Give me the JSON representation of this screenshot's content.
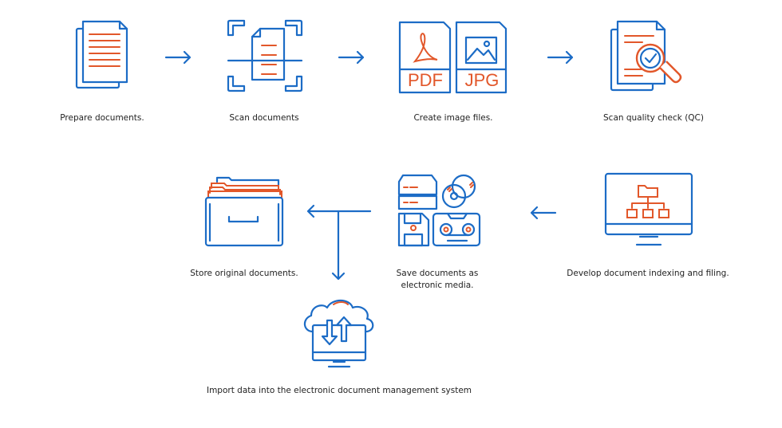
{
  "colors": {
    "primary": "#1c6cc6",
    "accent": "#e2572a"
  },
  "steps": [
    {
      "label": "Prepare documents.",
      "icon": "documents-icon"
    },
    {
      "label": "Scan documents",
      "icon": "scanner-icon"
    },
    {
      "label": "Create image files.",
      "icon": "image-files-icon",
      "badges": [
        "PDF",
        "JPG"
      ]
    },
    {
      "label": "Scan quality check (QC)",
      "icon": "quality-check-icon"
    },
    {
      "label": "Develop document indexing and filing.",
      "icon": "indexing-monitor-icon"
    },
    {
      "label_line1": "Save documents as",
      "label_line2": "electronic media.",
      "icon": "electronic-media-icon"
    },
    {
      "label": "Store original documents.",
      "icon": "file-cabinet-icon"
    },
    {
      "label": "Import data into the electronic document management system",
      "icon": "cloud-transfer-icon"
    }
  ]
}
